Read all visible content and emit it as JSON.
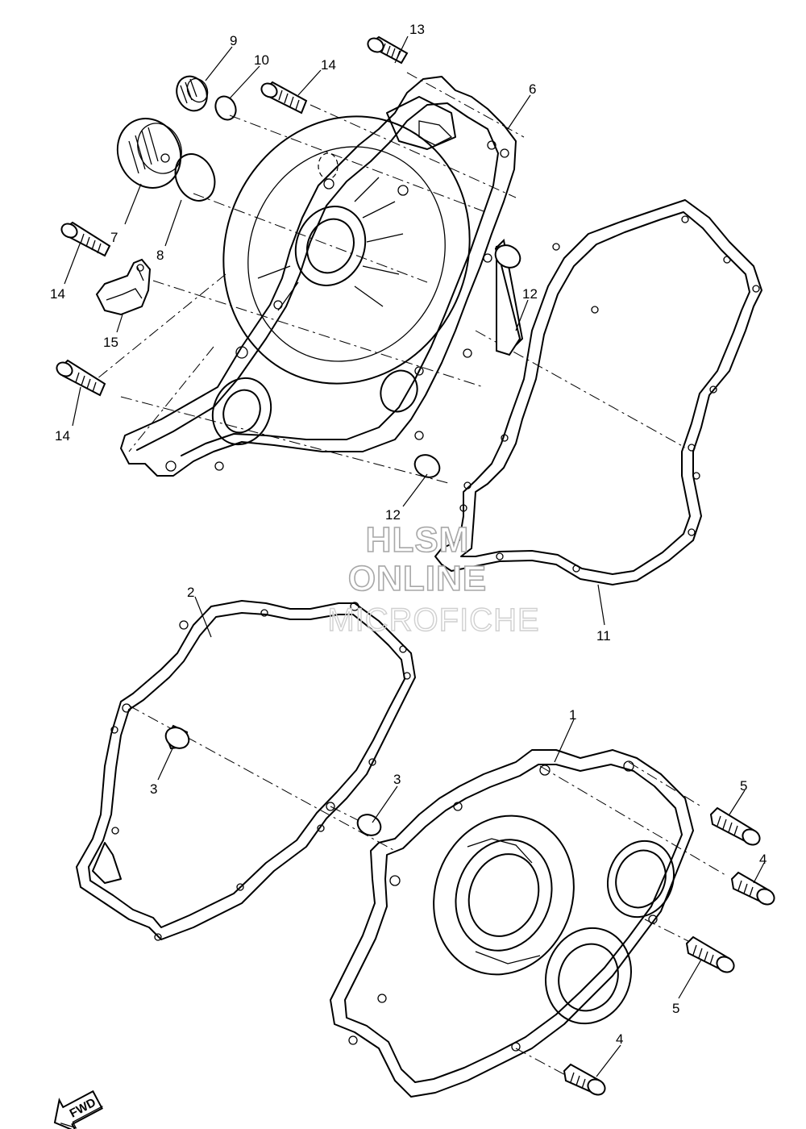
{
  "diagram": {
    "callouts": {
      "c1": "1",
      "c2": "2",
      "c3a": "3",
      "c3b": "3",
      "c4a": "4",
      "c4b": "4",
      "c5a": "5",
      "c5b": "5",
      "c6": "6",
      "c7": "7",
      "c8": "8",
      "c9": "9",
      "c10": "10",
      "c11": "11",
      "c12a": "12",
      "c12b": "12",
      "c13": "13",
      "c14a": "14",
      "c14b": "14",
      "c14c": "14",
      "c15": "15"
    },
    "watermark": {
      "line1": "HLSM",
      "line2": "ONLINE",
      "line3": "MICROFICHE"
    },
    "fwd_label": "FWD",
    "colors": {
      "line": "#000000",
      "watermark": "#a8a8a8",
      "background": "#ffffff"
    }
  }
}
